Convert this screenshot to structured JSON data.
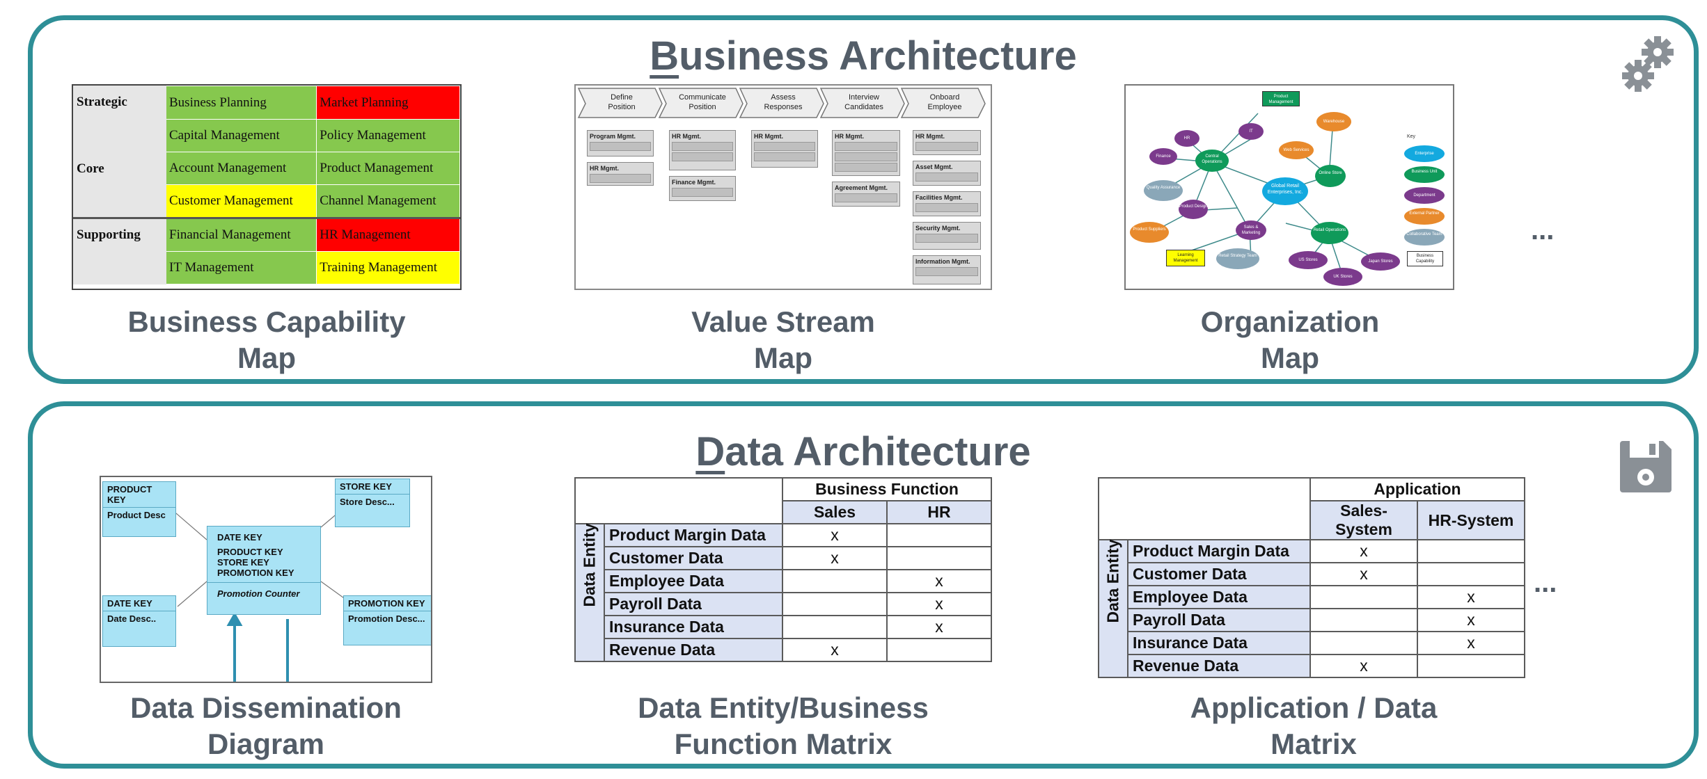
{
  "business": {
    "title_first": "B",
    "title_rest": "usiness Architecture",
    "capability_caption": [
      "Business Capability",
      "Map"
    ],
    "value_caption": [
      "Value Stream",
      "Map"
    ],
    "org_caption": [
      "Organization",
      "Map"
    ],
    "ellipsis": "...",
    "capability": {
      "levels": [
        "Strategic",
        "Core",
        "Supporting"
      ],
      "rows": [
        [
          {
            "text": "Business Planning",
            "color": "#86c84e"
          },
          {
            "text": "Market Planning",
            "color": "#ff0000"
          }
        ],
        [
          {
            "text": "Capital Management",
            "color": "#86c84e"
          },
          {
            "text": "Policy Management",
            "color": "#86c84e"
          }
        ],
        [
          {
            "text": "Account Management",
            "color": "#86c84e"
          },
          {
            "text": "Product Management",
            "color": "#86c84e"
          }
        ],
        [
          {
            "text": "Customer Management",
            "color": "#ffff00"
          },
          {
            "text": "Channel Management",
            "color": "#86c84e"
          }
        ],
        [
          {
            "text": "Financial Management",
            "color": "#86c84e"
          },
          {
            "text": "HR Management",
            "color": "#ff0000"
          }
        ],
        [
          {
            "text": "IT Management",
            "color": "#86c84e"
          },
          {
            "text": "Training Management",
            "color": "#ffff00"
          }
        ]
      ]
    },
    "value_stream": {
      "stages": [
        [
          "Define",
          "Position"
        ],
        [
          "Communicate",
          "Position"
        ],
        [
          "Assess",
          "Responses"
        ],
        [
          "Interview",
          "Candidates"
        ],
        [
          "Onboard",
          "Employee"
        ]
      ],
      "box_titles": [
        "Program Mgmt.",
        "HR Mgmt.",
        "HR Mgmt.",
        "Finance Mgmt.",
        "HR Mgmt.",
        "HR Mgmt.",
        "Agreement Mgmt.",
        "HR Mgmt.",
        "Asset Mgmt.",
        "Facilities Mgmt.",
        "Security Mgmt.",
        "Information Mgmt."
      ]
    },
    "org": {
      "nodes": [
        "Central Operations",
        "Global Retail Enterprises, Inc.",
        "Retail Operations",
        "Online Store",
        "Product Design",
        "Sales & Marketing",
        "Warehouse",
        "Web Services",
        "Finance",
        "HR",
        "IT",
        "Product Management",
        "Quality Assurance",
        "Product Suppliers",
        "Learning Management",
        "Retail Strategy Team",
        "US Stores",
        "UK Stores",
        "Japan Stores"
      ],
      "key_title": "Key",
      "key_items": [
        "Enterprise",
        "Business Unit",
        "Department",
        "External Partner",
        "Collaborative Team",
        "Business Capability"
      ]
    }
  },
  "data": {
    "title_first": "D",
    "title_rest": "ata Architecture",
    "dissemination_caption": [
      "Data Dissemination",
      "Diagram"
    ],
    "entity_caption": [
      "Data Entity/Business",
      "Function Matrix"
    ],
    "app_caption": [
      "Application / Data",
      "Matrix"
    ],
    "ellipsis": "...",
    "dissemination": {
      "product": [
        "PRODUCT KEY",
        "Product Desc"
      ],
      "store": [
        "STORE KEY",
        "Store Desc..."
      ],
      "date": [
        "DATE KEY",
        "Date Desc.."
      ],
      "promotion": [
        "PROMOTION KEY",
        "Promotion Desc..."
      ],
      "fact": [
        "DATE KEY",
        "PRODUCT KEY",
        "STORE KEY",
        "PROMOTION KEY"
      ],
      "fact_measure": "Promotion Counter"
    },
    "entity_matrix": {
      "group": "Business Function",
      "columns": [
        "Sales",
        "HR"
      ],
      "side_label": "Data Entity",
      "rows": [
        {
          "name": "Product Margin Data",
          "cells": [
            "x",
            ""
          ]
        },
        {
          "name": "Customer Data",
          "cells": [
            "x",
            ""
          ]
        },
        {
          "name": "Employee Data",
          "cells": [
            "",
            "x"
          ]
        },
        {
          "name": "Payroll Data",
          "cells": [
            "",
            "x"
          ]
        },
        {
          "name": "Insurance Data",
          "cells": [
            "",
            "x"
          ]
        },
        {
          "name": "Revenue Data",
          "cells": [
            "x",
            ""
          ]
        }
      ]
    },
    "app_matrix": {
      "group": "Application",
      "columns": [
        "Sales-System",
        "HR-System"
      ],
      "side_label": "Data Entity",
      "rows": [
        {
          "name": "Product Margin Data",
          "cells": [
            "x",
            ""
          ]
        },
        {
          "name": "Customer Data",
          "cells": [
            "x",
            ""
          ]
        },
        {
          "name": "Employee Data",
          "cells": [
            "",
            "x"
          ]
        },
        {
          "name": "Payroll Data",
          "cells": [
            "",
            "x"
          ]
        },
        {
          "name": "Insurance Data",
          "cells": [
            "",
            "x"
          ]
        },
        {
          "name": "Revenue Data",
          "cells": [
            "x",
            ""
          ]
        }
      ]
    }
  },
  "icons": {
    "gear": "gear-icon",
    "floppy": "floppy-disk-icon"
  },
  "colors": {
    "frame": "#2e8f97",
    "title": "#535d68",
    "green": "#86c84e",
    "red": "#ff0000",
    "yellow": "#ffff00",
    "matrix_header": "#dbe2f3",
    "table_blue": "#a9e3f5"
  }
}
